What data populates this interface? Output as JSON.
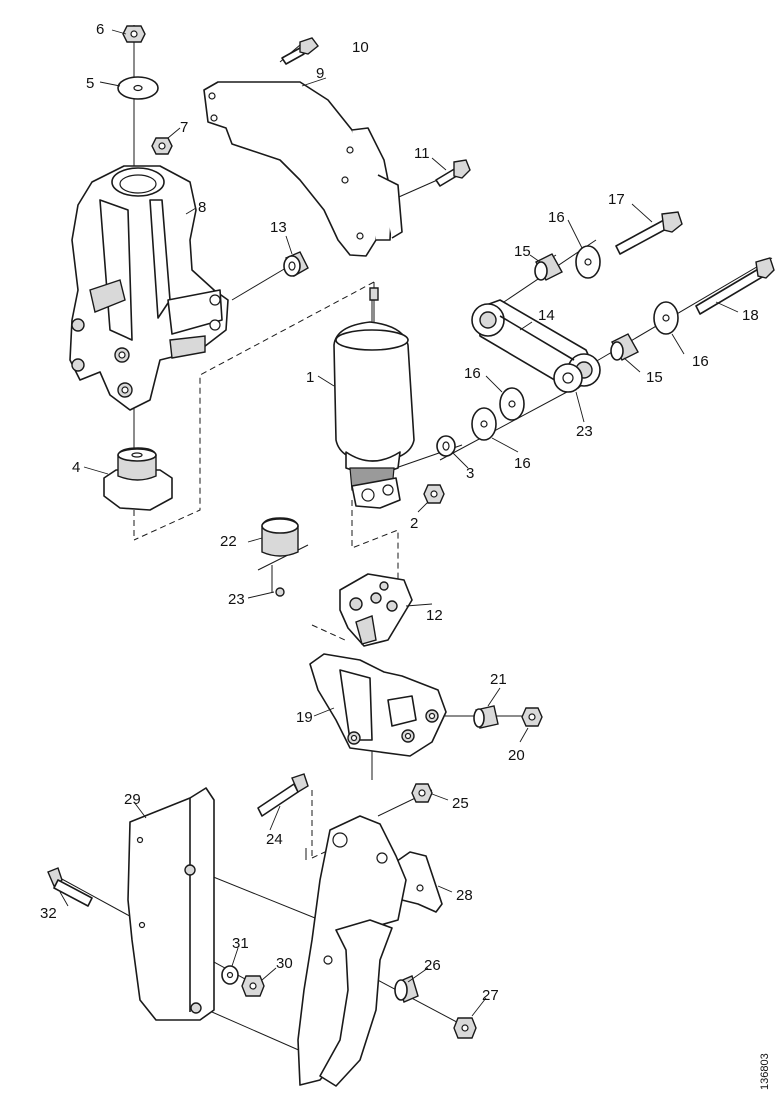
{
  "diagram": {
    "reference_code": "136803",
    "callouts": {
      "c1": "1",
      "c2": "2",
      "c3": "3",
      "c4": "4",
      "c5": "5",
      "c6": "6",
      "c7": "7",
      "c8": "8",
      "c9": "9",
      "c10": "10",
      "c11": "11",
      "c12": "12",
      "c13": "13",
      "c14": "14",
      "c15a": "15",
      "c15b": "15",
      "c16a": "16",
      "c16b": "16",
      "c16c": "16",
      "c16d": "16",
      "c17": "17",
      "c18": "18",
      "c19": "19",
      "c20": "20",
      "c21": "21",
      "c22": "22",
      "c23a": "23",
      "c23b": "23",
      "c24": "24",
      "c25": "25",
      "c26": "26",
      "c27": "27",
      "c28": "28",
      "c29": "29",
      "c30": "30",
      "c31": "31",
      "c32": "32"
    }
  }
}
